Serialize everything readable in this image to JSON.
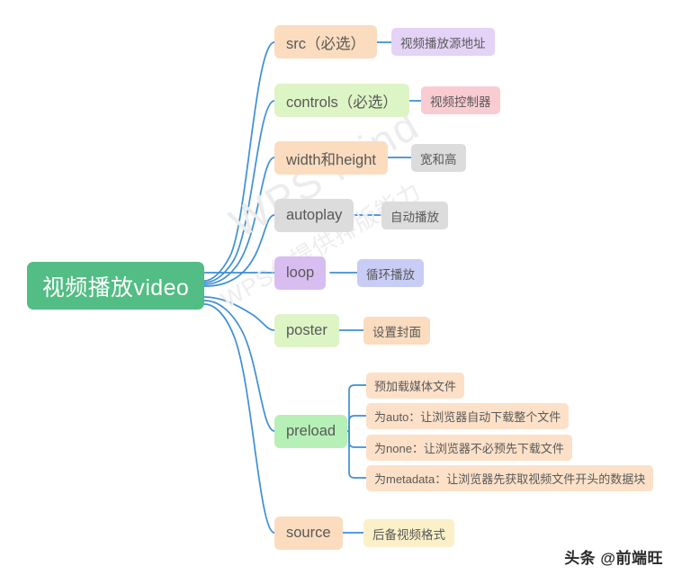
{
  "root": {
    "label": "视频播放video",
    "color": "#52bd84",
    "text_color": "#ffffff"
  },
  "branches": [
    {
      "id": "src",
      "label": "src（必选）",
      "color": "#fbdcbe",
      "children": [
        {
          "label": "视频播放源地址",
          "color": "#e4d2f7"
        }
      ]
    },
    {
      "id": "controls",
      "label": "controls（必选）",
      "color": "#ddf5c5",
      "children": [
        {
          "label": "视频控制器",
          "color": "#f9ccd2"
        }
      ]
    },
    {
      "id": "width-height",
      "label": "width和height",
      "color": "#fbdcbe",
      "children": [
        {
          "label": "宽和高",
          "color": "#dcdcdc"
        }
      ]
    },
    {
      "id": "autoplay",
      "label": "autoplay",
      "color": "#dcdcdc",
      "children": [
        {
          "label": "自动播放",
          "color": "#dcdcdc"
        }
      ]
    },
    {
      "id": "loop",
      "label": "loop",
      "color": "#d7bdf0",
      "children": [
        {
          "label": "循环播放",
          "color": "#c9ccf4"
        }
      ]
    },
    {
      "id": "poster",
      "label": "poster",
      "color": "#ddf5c5",
      "children": [
        {
          "label": "设置封面",
          "color": "#fbdcbe"
        }
      ]
    },
    {
      "id": "preload",
      "label": "preload",
      "color": "#b6f0b6",
      "children": [
        {
          "label": "预加载媒体文件",
          "color": "#fce0c8"
        },
        {
          "label": "为auto：让浏览器自动下载整个文件",
          "color": "#fce0c8"
        },
        {
          "label": "为none：让浏览器不必预先下载文件",
          "color": "#fce0c8"
        },
        {
          "label": "为metadata：让浏览器先获取视频文件开头的数据块",
          "color": "#fce0c8"
        }
      ]
    },
    {
      "id": "source",
      "label": "source",
      "color": "#fbdcbe",
      "children": [
        {
          "label": "后备视频格式",
          "color": "#fcf0c8"
        }
      ]
    }
  ],
  "watermarks": {
    "mind": "WPS Mind",
    "sub": "WPS仅提供排版能力",
    "credit": "头条 @前端旺"
  },
  "edge_color": "#3f8fd6"
}
